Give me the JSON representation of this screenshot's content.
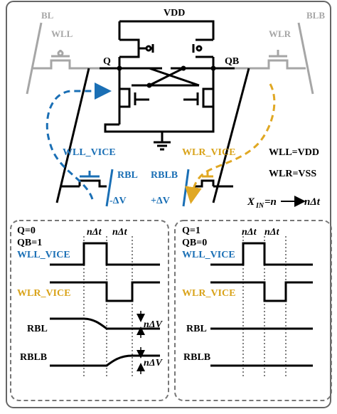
{
  "colors": {
    "black": "#000000",
    "gray": "#a6a6a6",
    "blue": "#1a6fb5",
    "gold": "#e0a824",
    "frame": "#777777"
  },
  "labels": {
    "vdd": "VDD",
    "bl": "BL",
    "blb": "BLB",
    "wll": "WLL",
    "wlr": "WLR",
    "q": "Q",
    "qb": "QB",
    "wll_vice": "WLL_VICE",
    "wlr_vice": "WLR_VICE",
    "rbl": "RBL",
    "rblb": "RBLB",
    "minus_dv": "-ΔV",
    "plus_dv": "+ΔV",
    "cond_wll": "WLL=VDD",
    "cond_wlr": "WLR=VSS",
    "xin_x": "X",
    "xin_sub": "IN",
    "xin_eq": "=n",
    "xin_result": "nΔt"
  },
  "panels": [
    {
      "state_line1": "Q=0",
      "state_line2": "QB=1",
      "dt1": "nΔt",
      "dt2": "nΔt",
      "sig1": "WLL_VICE",
      "sig2": "WLR_VICE",
      "sig3": "RBL",
      "sig4": "RBLB",
      "dv1": "nΔV",
      "dv2": "nΔV"
    },
    {
      "state_line1": "Q=1",
      "state_line2": "QB=0",
      "dt1": "nΔt",
      "dt2": "nΔt",
      "sig1": "WLL_VICE",
      "sig2": "WLR_VICE",
      "sig3": "RBL",
      "sig4": "RBLB"
    }
  ]
}
